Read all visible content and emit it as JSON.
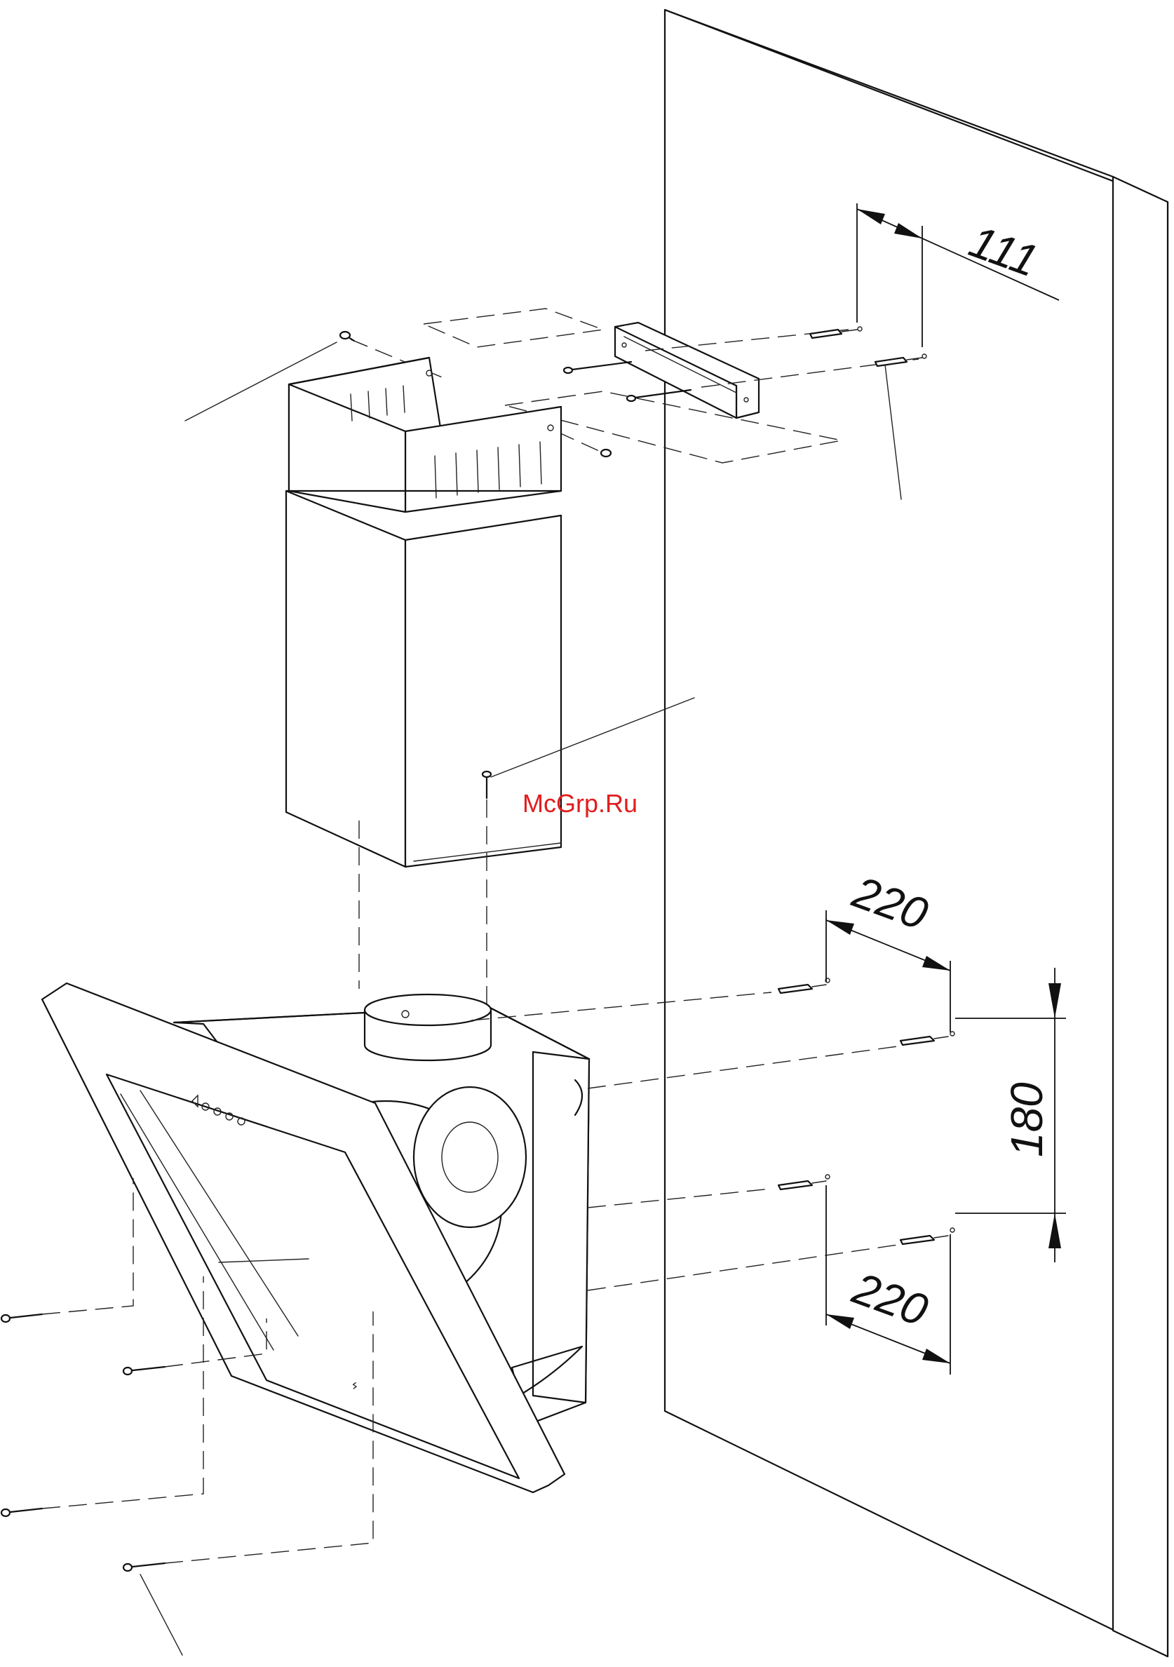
{
  "watermark": "McGrp.Ru",
  "dimensions": {
    "bracket_offset": "111",
    "upper_spacing": "220",
    "vertical_spacing": "180",
    "lower_spacing": "220"
  },
  "colors": {
    "watermark": "#e11d1d",
    "lines": "#111111"
  }
}
